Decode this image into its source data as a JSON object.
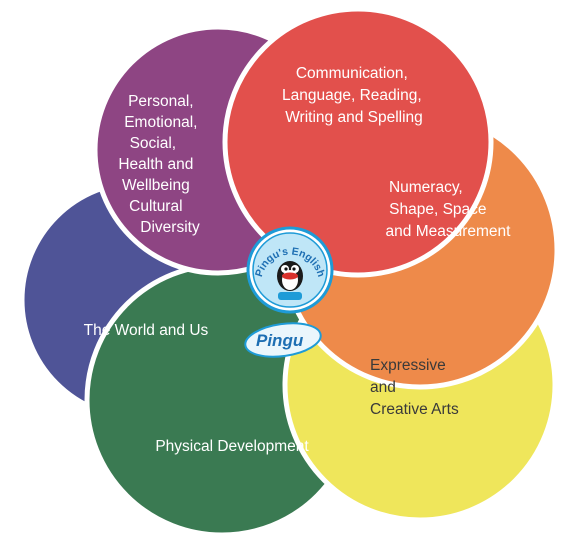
{
  "petals": {
    "personal": {
      "lines": [
        "Personal,",
        "Emotional,",
        "Social,",
        "Health and",
        "Wellbeing",
        "Cultural",
        "Diversity"
      ],
      "color": "#8e4583"
    },
    "communication": {
      "lines": [
        "Communication,",
        "Language, Reading,",
        "Writing and Spelling"
      ],
      "color": "#e2504c"
    },
    "numeracy": {
      "lines": [
        "Numeracy,",
        "Shape, Space",
        "and Measurement"
      ],
      "color": "#ee8a4a"
    },
    "expressive": {
      "lines": [
        "Expressive",
        "and",
        "Creative Arts"
      ],
      "color": "#efe65b"
    },
    "physical": {
      "lines": [
        "Physical Development"
      ],
      "color": "#3a7a52"
    },
    "world": {
      "lines": [
        "The World and Us"
      ],
      "color": "#4f5497"
    }
  },
  "logo": {
    "badge_text": "Pingu's English",
    "brand_text": "Pingu",
    "colors": {
      "badge_blue": "#1e9bd7",
      "badge_light": "#bfe6f7"
    }
  }
}
